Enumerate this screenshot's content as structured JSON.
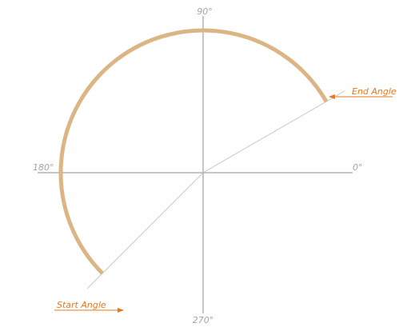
{
  "diagram": {
    "axis_labels": {
      "deg_0": "0°",
      "deg_90": "90°",
      "deg_180": "180°",
      "deg_270": "270°"
    },
    "callouts": {
      "start": "Start Angle",
      "end": "End Angle"
    },
    "angles": {
      "start_deg": 225,
      "end_deg": 30
    },
    "colors": {
      "arc": "#dcb585",
      "axis": "#8c8c8c",
      "radius": "#c8c8c8",
      "label": "#a3a3a3",
      "callout": "#e8771a"
    }
  }
}
